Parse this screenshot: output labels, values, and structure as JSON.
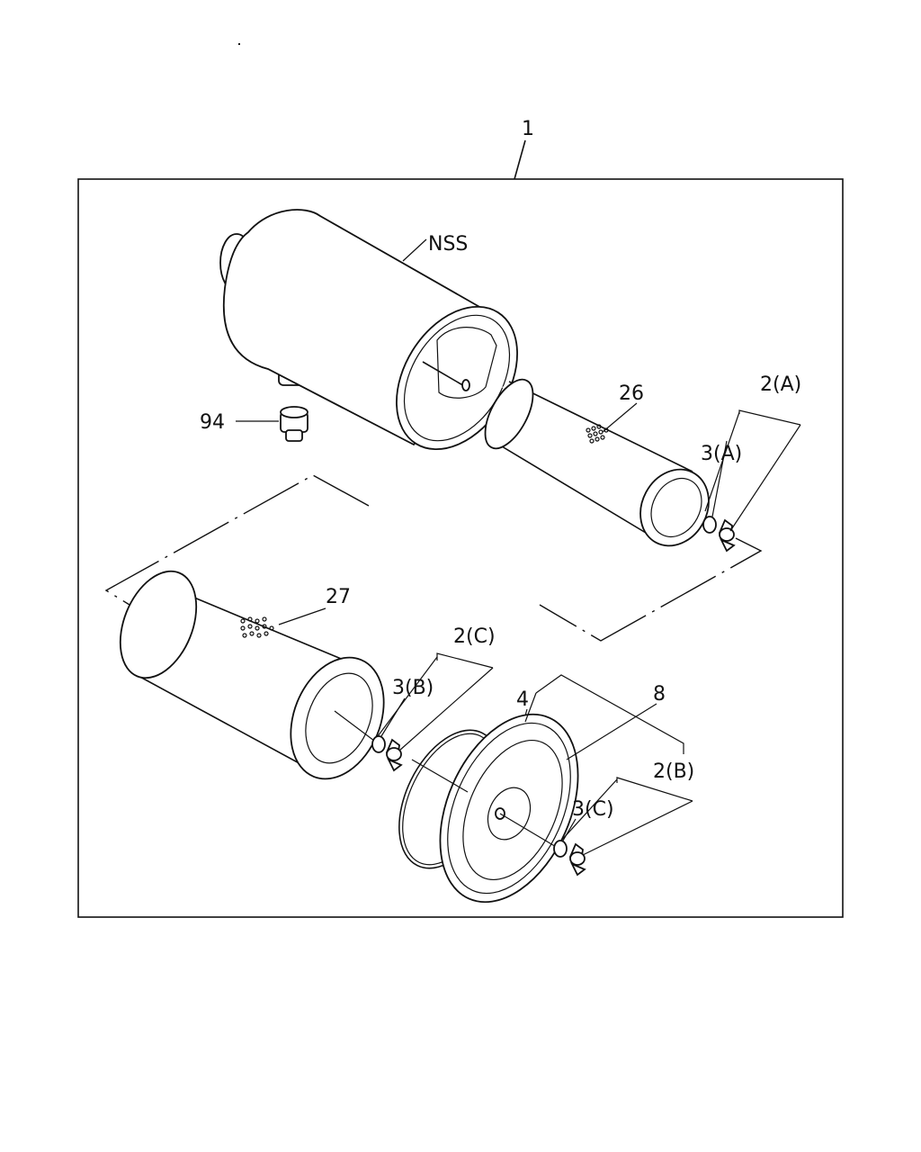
{
  "labels": {
    "assembly": "1",
    "nss": "NSS",
    "part_94": "94",
    "part_26": "26",
    "part_2a": "2(A)",
    "part_3a": "3(A)",
    "part_27": "27",
    "part_2c": "2(C)",
    "part_3b": "3(B)",
    "part_4": "4",
    "part_8": "8",
    "part_2b": "2(B)",
    "part_3c": "3(C)"
  },
  "colors": {
    "line": "#111111",
    "background": "#ffffff"
  }
}
